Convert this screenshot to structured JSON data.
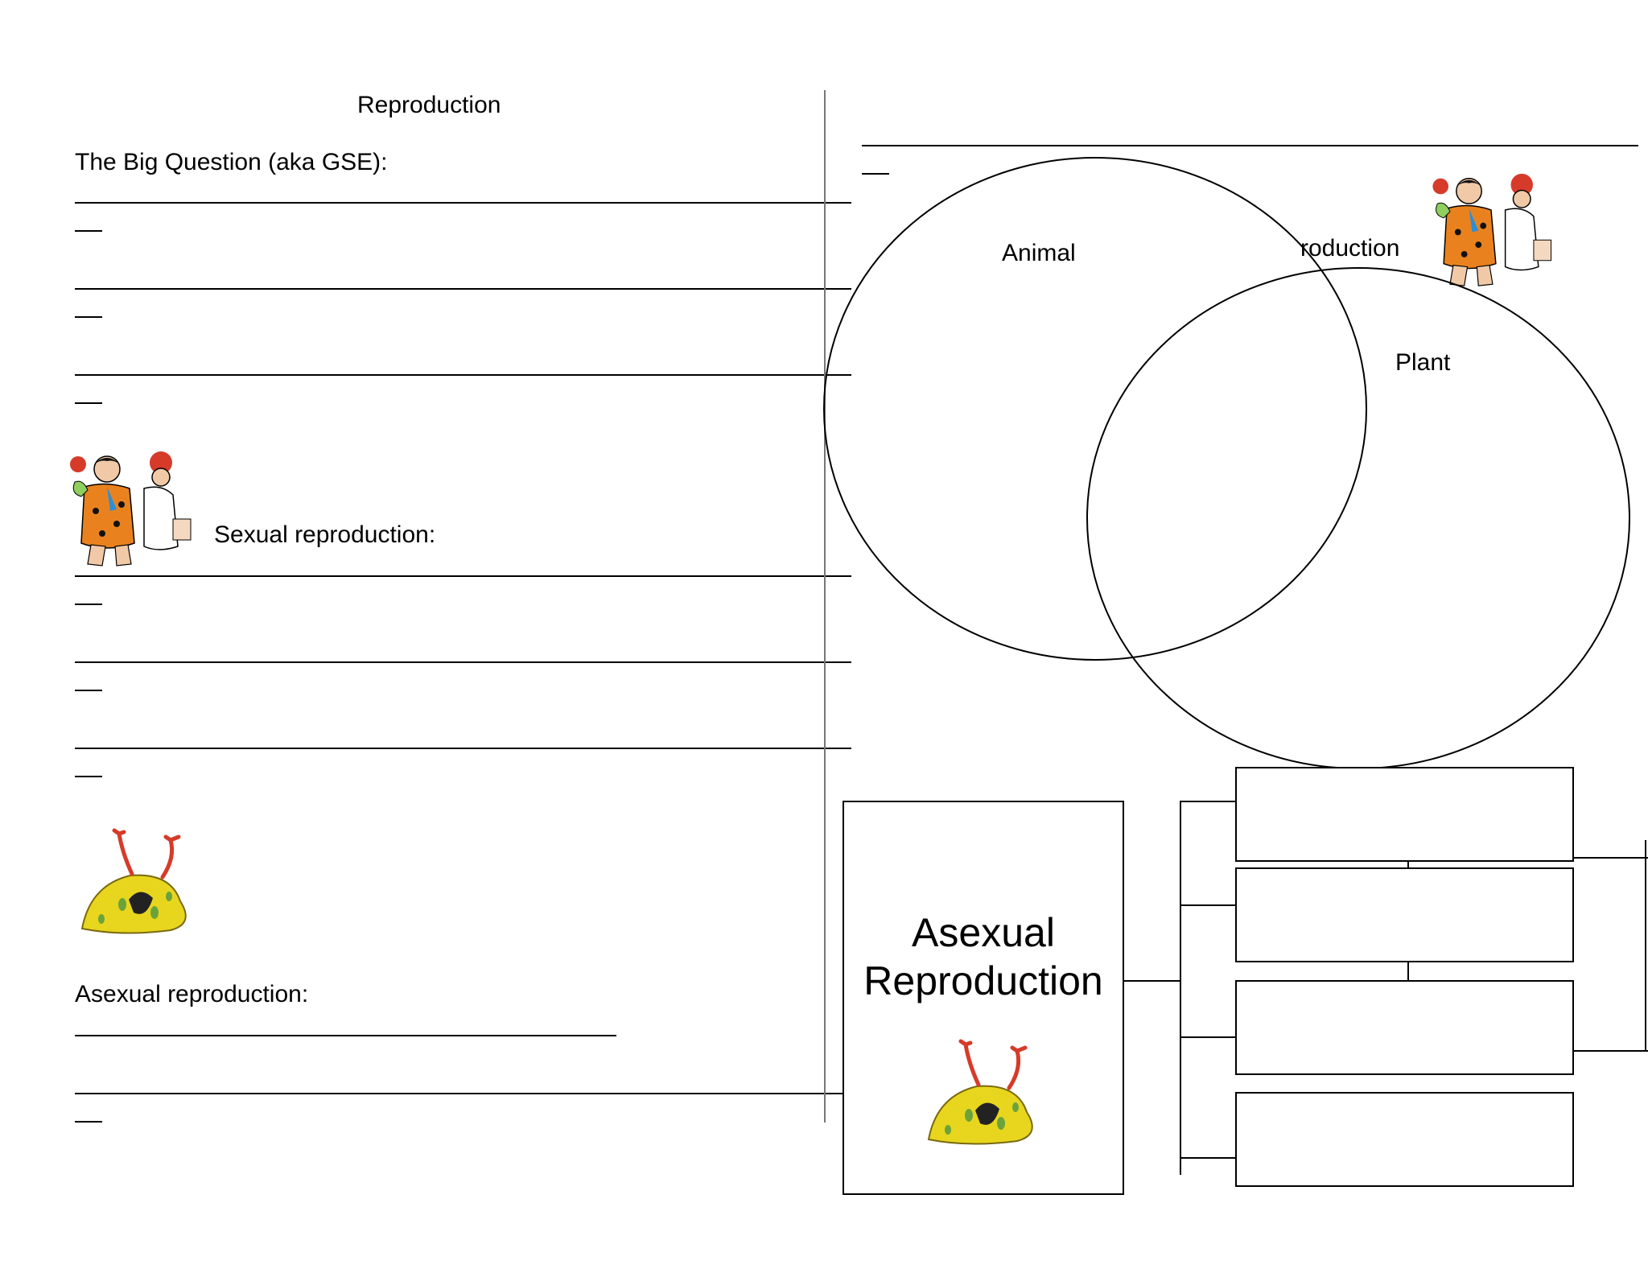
{
  "worksheet": {
    "title": "Reproduction",
    "big_question_label": "The Big Question (aka GSE):",
    "sexual_label": "Sexual reproduction:",
    "asexual_label": "Asexual reproduction:"
  },
  "venn": {
    "heading_fragment": "roduction",
    "left_label": "Animal",
    "right_label": "Plant"
  },
  "asexual_box": {
    "line1": "Asexual",
    "line2": "Reproduction"
  },
  "illustrations": [
    {
      "icon": "cartoon-family-icon"
    },
    {
      "icon": "cartoon-creature-icon"
    }
  ]
}
